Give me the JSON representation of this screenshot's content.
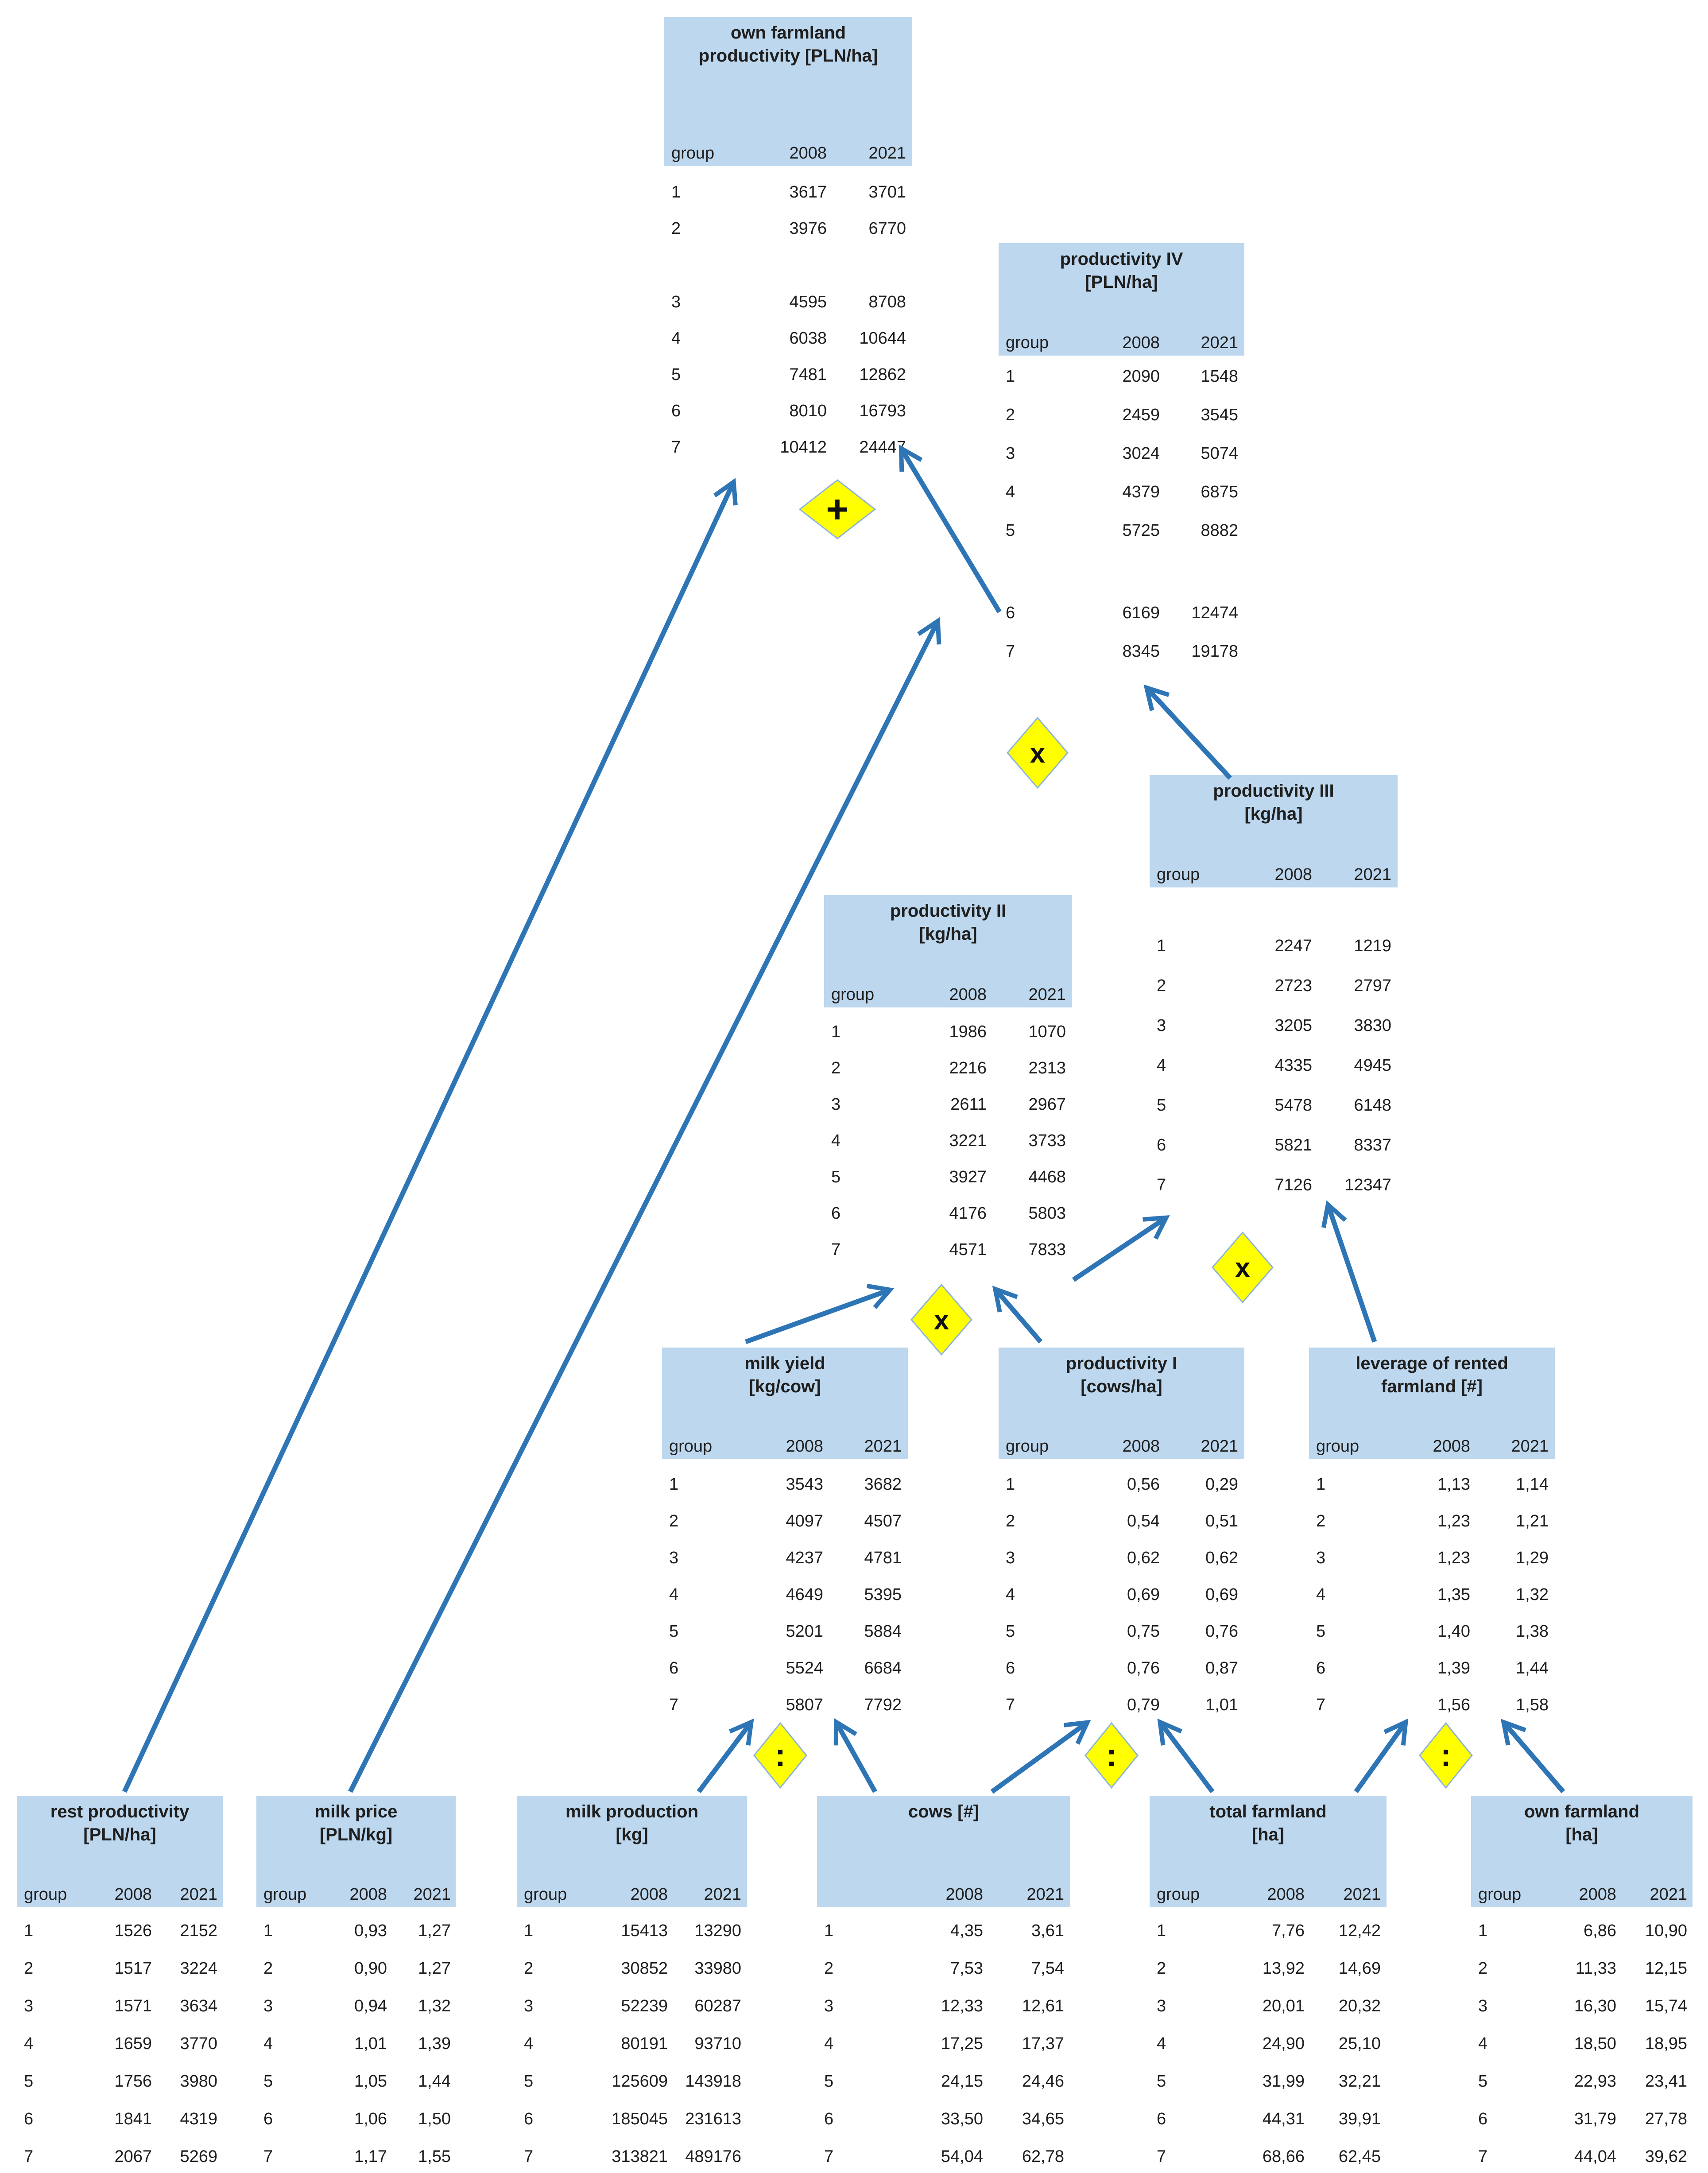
{
  "colors": {
    "header_fill": "#BDD7EE",
    "diamond_fill": "#FFFF00",
    "diamond_border": "#8EB4D8",
    "arrow": "#2E75B6",
    "text": "#1F1F1F"
  },
  "diagram": {
    "operators": [
      {
        "id": "plus-own-productivity",
        "symbol": "+"
      },
      {
        "id": "times-productivity-iv",
        "symbol": "x"
      },
      {
        "id": "times-productivity-iii",
        "symbol": "x"
      },
      {
        "id": "times-productivity-ii",
        "symbol": "x"
      },
      {
        "id": "divide-milk-yield",
        "symbol": ":"
      },
      {
        "id": "divide-productivity-i",
        "symbol": ":"
      },
      {
        "id": "divide-leverage",
        "symbol": ":"
      }
    ],
    "relations": [
      {
        "result": "own_farmland_productivity",
        "operator": "+",
        "inputs": [
          "rest_productivity",
          "productivity_iv"
        ]
      },
      {
        "result": "productivity_iv",
        "operator": "x",
        "inputs": [
          "milk_price",
          "productivity_iii"
        ]
      },
      {
        "result": "productivity_iii",
        "operator": "x",
        "inputs": [
          "productivity_ii",
          "leverage_rented_farmland"
        ]
      },
      {
        "result": "productivity_ii",
        "operator": "x",
        "inputs": [
          "milk_yield",
          "productivity_i"
        ]
      },
      {
        "result": "milk_yield",
        "operator": ":",
        "inputs": [
          "milk_production",
          "cows"
        ]
      },
      {
        "result": "productivity_i",
        "operator": ":",
        "inputs": [
          "cows",
          "total_farmland"
        ]
      },
      {
        "result": "leverage_rented_farmland",
        "operator": ":",
        "inputs": [
          "total_farmland",
          "own_farmland"
        ]
      }
    ],
    "tables": [
      {
        "id": "own_farmland_productivity",
        "title": "own farmland productivity",
        "unit": "[PLN/ha]",
        "group_label": "group",
        "years": [
          "2008",
          "2021"
        ],
        "rows": [
          {
            "group": "1",
            "v2008": "3617",
            "v2021": "3701"
          },
          {
            "group": "2",
            "v2008": "3976",
            "v2021": "6770"
          },
          {
            "group": "3",
            "v2008": "4595",
            "v2021": "8708"
          },
          {
            "group": "4",
            "v2008": "6038",
            "v2021": "10644"
          },
          {
            "group": "5",
            "v2008": "7481",
            "v2021": "12862"
          },
          {
            "group": "6",
            "v2008": "8010",
            "v2021": "16793"
          },
          {
            "group": "7",
            "v2008": "10412",
            "v2021": "24447"
          }
        ]
      },
      {
        "id": "productivity_iv",
        "title": "productivity IV",
        "unit": "[PLN/ha]",
        "group_label": "group",
        "years": [
          "2008",
          "2021"
        ],
        "rows": [
          {
            "group": "1",
            "v2008": "2090",
            "v2021": "1548"
          },
          {
            "group": "2",
            "v2008": "2459",
            "v2021": "3545"
          },
          {
            "group": "3",
            "v2008": "3024",
            "v2021": "5074"
          },
          {
            "group": "4",
            "v2008": "4379",
            "v2021": "6875"
          },
          {
            "group": "5",
            "v2008": "5725",
            "v2021": "8882"
          },
          {
            "group": "6",
            "v2008": "6169",
            "v2021": "12474"
          },
          {
            "group": "7",
            "v2008": "8345",
            "v2021": "19178"
          }
        ]
      },
      {
        "id": "productivity_iii",
        "title": "productivity III",
        "unit": "[kg/ha]",
        "group_label": "group",
        "years": [
          "2008",
          "2021"
        ],
        "rows": [
          {
            "group": "1",
            "v2008": "2247",
            "v2021": "1219"
          },
          {
            "group": "2",
            "v2008": "2723",
            "v2021": "2797"
          },
          {
            "group": "3",
            "v2008": "3205",
            "v2021": "3830"
          },
          {
            "group": "4",
            "v2008": "4335",
            "v2021": "4945"
          },
          {
            "group": "5",
            "v2008": "5478",
            "v2021": "6148"
          },
          {
            "group": "6",
            "v2008": "5821",
            "v2021": "8337"
          },
          {
            "group": "7",
            "v2008": "7126",
            "v2021": "12347"
          }
        ]
      },
      {
        "id": "productivity_ii",
        "title": "productivity II",
        "unit": "[kg/ha]",
        "group_label": "group",
        "years": [
          "2008",
          "2021"
        ],
        "rows": [
          {
            "group": "1",
            "v2008": "1986",
            "v2021": "1070"
          },
          {
            "group": "2",
            "v2008": "2216",
            "v2021": "2313"
          },
          {
            "group": "3",
            "v2008": "2611",
            "v2021": "2967"
          },
          {
            "group": "4",
            "v2008": "3221",
            "v2021": "3733"
          },
          {
            "group": "5",
            "v2008": "3927",
            "v2021": "4468"
          },
          {
            "group": "6",
            "v2008": "4176",
            "v2021": "5803"
          },
          {
            "group": "7",
            "v2008": "4571",
            "v2021": "7833"
          }
        ]
      },
      {
        "id": "milk_yield",
        "title": "milk yield",
        "unit": "[kg/cow]",
        "group_label": "group",
        "years": [
          "2008",
          "2021"
        ],
        "rows": [
          {
            "group": "1",
            "v2008": "3543",
            "v2021": "3682"
          },
          {
            "group": "2",
            "v2008": "4097",
            "v2021": "4507"
          },
          {
            "group": "3",
            "v2008": "4237",
            "v2021": "4781"
          },
          {
            "group": "4",
            "v2008": "4649",
            "v2021": "5395"
          },
          {
            "group": "5",
            "v2008": "5201",
            "v2021": "5884"
          },
          {
            "group": "6",
            "v2008": "5524",
            "v2021": "6684"
          },
          {
            "group": "7",
            "v2008": "5807",
            "v2021": "7792"
          }
        ]
      },
      {
        "id": "productivity_i",
        "title": "productivity I",
        "unit": "[cows/ha]",
        "group_label": "group",
        "years": [
          "2008",
          "2021"
        ],
        "rows": [
          {
            "group": "1",
            "v2008": "0,56",
            "v2021": "0,29"
          },
          {
            "group": "2",
            "v2008": "0,54",
            "v2021": "0,51"
          },
          {
            "group": "3",
            "v2008": "0,62",
            "v2021": "0,62"
          },
          {
            "group": "4",
            "v2008": "0,69",
            "v2021": "0,69"
          },
          {
            "group": "5",
            "v2008": "0,75",
            "v2021": "0,76"
          },
          {
            "group": "6",
            "v2008": "0,76",
            "v2021": "0,87"
          },
          {
            "group": "7",
            "v2008": "0,79",
            "v2021": "1,01"
          }
        ]
      },
      {
        "id": "leverage_rented_farmland",
        "title": "leverage of rented farmland",
        "unit": "[#]",
        "group_label": "group",
        "years": [
          "2008",
          "2021"
        ],
        "rows": [
          {
            "group": "1",
            "v2008": "1,13",
            "v2021": "1,14"
          },
          {
            "group": "2",
            "v2008": "1,23",
            "v2021": "1,21"
          },
          {
            "group": "3",
            "v2008": "1,23",
            "v2021": "1,29"
          },
          {
            "group": "4",
            "v2008": "1,35",
            "v2021": "1,32"
          },
          {
            "group": "5",
            "v2008": "1,40",
            "v2021": "1,38"
          },
          {
            "group": "6",
            "v2008": "1,39",
            "v2021": "1,44"
          },
          {
            "group": "7",
            "v2008": "1,56",
            "v2021": "1,58"
          }
        ]
      },
      {
        "id": "rest_productivity",
        "title": "rest productivity",
        "unit": "[PLN/ha]",
        "group_label": "group",
        "years": [
          "2008",
          "2021"
        ],
        "rows": [
          {
            "group": "1",
            "v2008": "1526",
            "v2021": "2152"
          },
          {
            "group": "2",
            "v2008": "1517",
            "v2021": "3224"
          },
          {
            "group": "3",
            "v2008": "1571",
            "v2021": "3634"
          },
          {
            "group": "4",
            "v2008": "1659",
            "v2021": "3770"
          },
          {
            "group": "5",
            "v2008": "1756",
            "v2021": "3980"
          },
          {
            "group": "6",
            "v2008": "1841",
            "v2021": "4319"
          },
          {
            "group": "7",
            "v2008": "2067",
            "v2021": "5269"
          }
        ]
      },
      {
        "id": "milk_price",
        "title": "milk price",
        "unit": "[PLN/kg]",
        "group_label": "group",
        "years": [
          "2008",
          "2021"
        ],
        "rows": [
          {
            "group": "1",
            "v2008": "0,93",
            "v2021": "1,27"
          },
          {
            "group": "2",
            "v2008": "0,90",
            "v2021": "1,27"
          },
          {
            "group": "3",
            "v2008": "0,94",
            "v2021": "1,32"
          },
          {
            "group": "4",
            "v2008": "1,01",
            "v2021": "1,39"
          },
          {
            "group": "5",
            "v2008": "1,05",
            "v2021": "1,44"
          },
          {
            "group": "6",
            "v2008": "1,06",
            "v2021": "1,50"
          },
          {
            "group": "7",
            "v2008": "1,17",
            "v2021": "1,55"
          }
        ]
      },
      {
        "id": "milk_production",
        "title": "milk production",
        "unit": "[kg]",
        "group_label": "group",
        "years": [
          "2008",
          "2021"
        ],
        "rows": [
          {
            "group": "1",
            "v2008": "15413",
            "v2021": "13290"
          },
          {
            "group": "2",
            "v2008": "30852",
            "v2021": "33980"
          },
          {
            "group": "3",
            "v2008": "52239",
            "v2021": "60287"
          },
          {
            "group": "4",
            "v2008": "80191",
            "v2021": "93710"
          },
          {
            "group": "5",
            "v2008": "125609",
            "v2021": "143918"
          },
          {
            "group": "6",
            "v2008": "185045",
            "v2021": "231613"
          },
          {
            "group": "7",
            "v2008": "313821",
            "v2021": "489176"
          }
        ]
      },
      {
        "id": "cows",
        "title": "cows",
        "unit": "[#]",
        "group_label": "",
        "years": [
          "2008",
          "2021"
        ],
        "rows": [
          {
            "group": "1",
            "v2008": "4,35",
            "v2021": "3,61"
          },
          {
            "group": "2",
            "v2008": "7,53",
            "v2021": "7,54"
          },
          {
            "group": "3",
            "v2008": "12,33",
            "v2021": "12,61"
          },
          {
            "group": "4",
            "v2008": "17,25",
            "v2021": "17,37"
          },
          {
            "group": "5",
            "v2008": "24,15",
            "v2021": "24,46"
          },
          {
            "group": "6",
            "v2008": "33,50",
            "v2021": "34,65"
          },
          {
            "group": "7",
            "v2008": "54,04",
            "v2021": "62,78"
          }
        ]
      },
      {
        "id": "total_farmland",
        "title": "total farmland",
        "unit": "[ha]",
        "group_label": "group",
        "years": [
          "2008",
          "2021"
        ],
        "rows": [
          {
            "group": "1",
            "v2008": "7,76",
            "v2021": "12,42"
          },
          {
            "group": "2",
            "v2008": "13,92",
            "v2021": "14,69"
          },
          {
            "group": "3",
            "v2008": "20,01",
            "v2021": "20,32"
          },
          {
            "group": "4",
            "v2008": "24,90",
            "v2021": "25,10"
          },
          {
            "group": "5",
            "v2008": "31,99",
            "v2021": "32,21"
          },
          {
            "group": "6",
            "v2008": "44,31",
            "v2021": "39,91"
          },
          {
            "group": "7",
            "v2008": "68,66",
            "v2021": "62,45"
          }
        ]
      },
      {
        "id": "own_farmland",
        "title": "own farmland",
        "unit": "[ha]",
        "group_label": "group",
        "years": [
          "2008",
          "2021"
        ],
        "rows": [
          {
            "group": "1",
            "v2008": "6,86",
            "v2021": "10,90"
          },
          {
            "group": "2",
            "v2008": "11,33",
            "v2021": "12,15"
          },
          {
            "group": "3",
            "v2008": "16,30",
            "v2021": "15,74"
          },
          {
            "group": "4",
            "v2008": "18,50",
            "v2021": "18,95"
          },
          {
            "group": "5",
            "v2008": "22,93",
            "v2021": "23,41"
          },
          {
            "group": "6",
            "v2008": "31,79",
            "v2021": "27,78"
          },
          {
            "group": "7",
            "v2008": "44,04",
            "v2021": "39,62"
          }
        ]
      }
    ]
  }
}
